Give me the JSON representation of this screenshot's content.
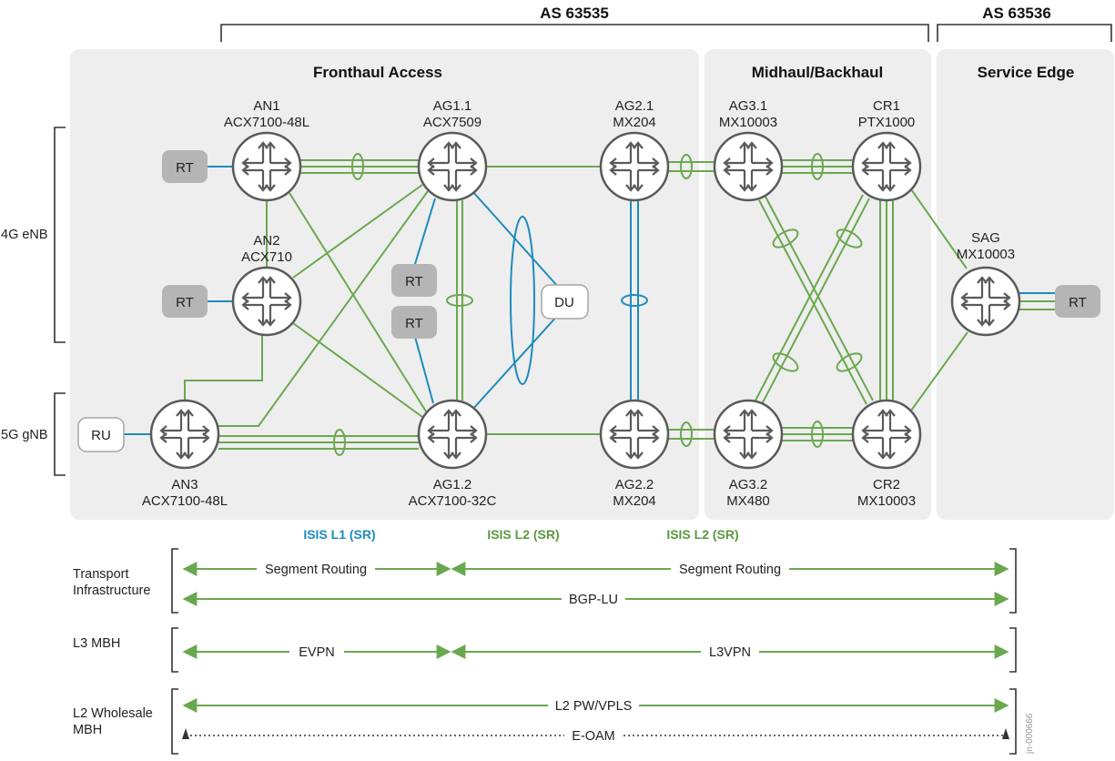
{
  "as_labels": {
    "left": "AS 63535",
    "right": "AS 63536"
  },
  "sections": {
    "fronthaul": "Fronthaul Access",
    "midhaul": "Midhaul/Backhaul",
    "edge": "Service Edge"
  },
  "side_labels": {
    "enb": "4G eNB",
    "gnb": "5G gNB"
  },
  "nodes": {
    "an1": {
      "name": "AN1",
      "model": "ACX7100-48L"
    },
    "an2": {
      "name": "AN2",
      "model": "ACX710"
    },
    "an3": {
      "name": "AN3",
      "model": "ACX7100-48L"
    },
    "ag11": {
      "name": "AG1.1",
      "model": "ACX7509"
    },
    "ag12": {
      "name": "AG1.2",
      "model": "ACX7100-32C"
    },
    "ag21": {
      "name": "AG2.1",
      "model": "MX204"
    },
    "ag22": {
      "name": "AG2.2",
      "model": "MX204"
    },
    "ag31": {
      "name": "AG3.1",
      "model": "MX10003"
    },
    "ag32": {
      "name": "AG3.2",
      "model": "MX480"
    },
    "cr1": {
      "name": "CR1",
      "model": "PTX1000"
    },
    "cr2": {
      "name": "CR2",
      "model": "MX10003"
    },
    "sag": {
      "name": "SAG",
      "model": "MX10003"
    }
  },
  "boxes": {
    "rt": "RT",
    "ru": "RU",
    "du": "DU"
  },
  "isis": {
    "l1": "ISIS L1 (SR)",
    "l2a": "ISIS L2 (SR)",
    "l2b": "ISIS L2 (SR)"
  },
  "rows": {
    "transport": {
      "title_line1": "Transport",
      "title_line2": "Infrastructure",
      "sr_left": "Segment Routing",
      "sr_right": "Segment Routing",
      "bgp": "BGP-LU"
    },
    "l3": {
      "title": "L3 MBH",
      "left": "EVPN",
      "right": "L3VPN"
    },
    "l2": {
      "title_line1": "L2 Wholesale",
      "title_line2": "MBH",
      "pw": "L2 PW/VPLS",
      "oam": "E-OAM"
    }
  },
  "figure_id": "jn-000666",
  "colors": {
    "green": "#6aa84f",
    "blue": "#1d8bbd",
    "panel": "#eeeeee",
    "router": "#5a5a5a"
  }
}
